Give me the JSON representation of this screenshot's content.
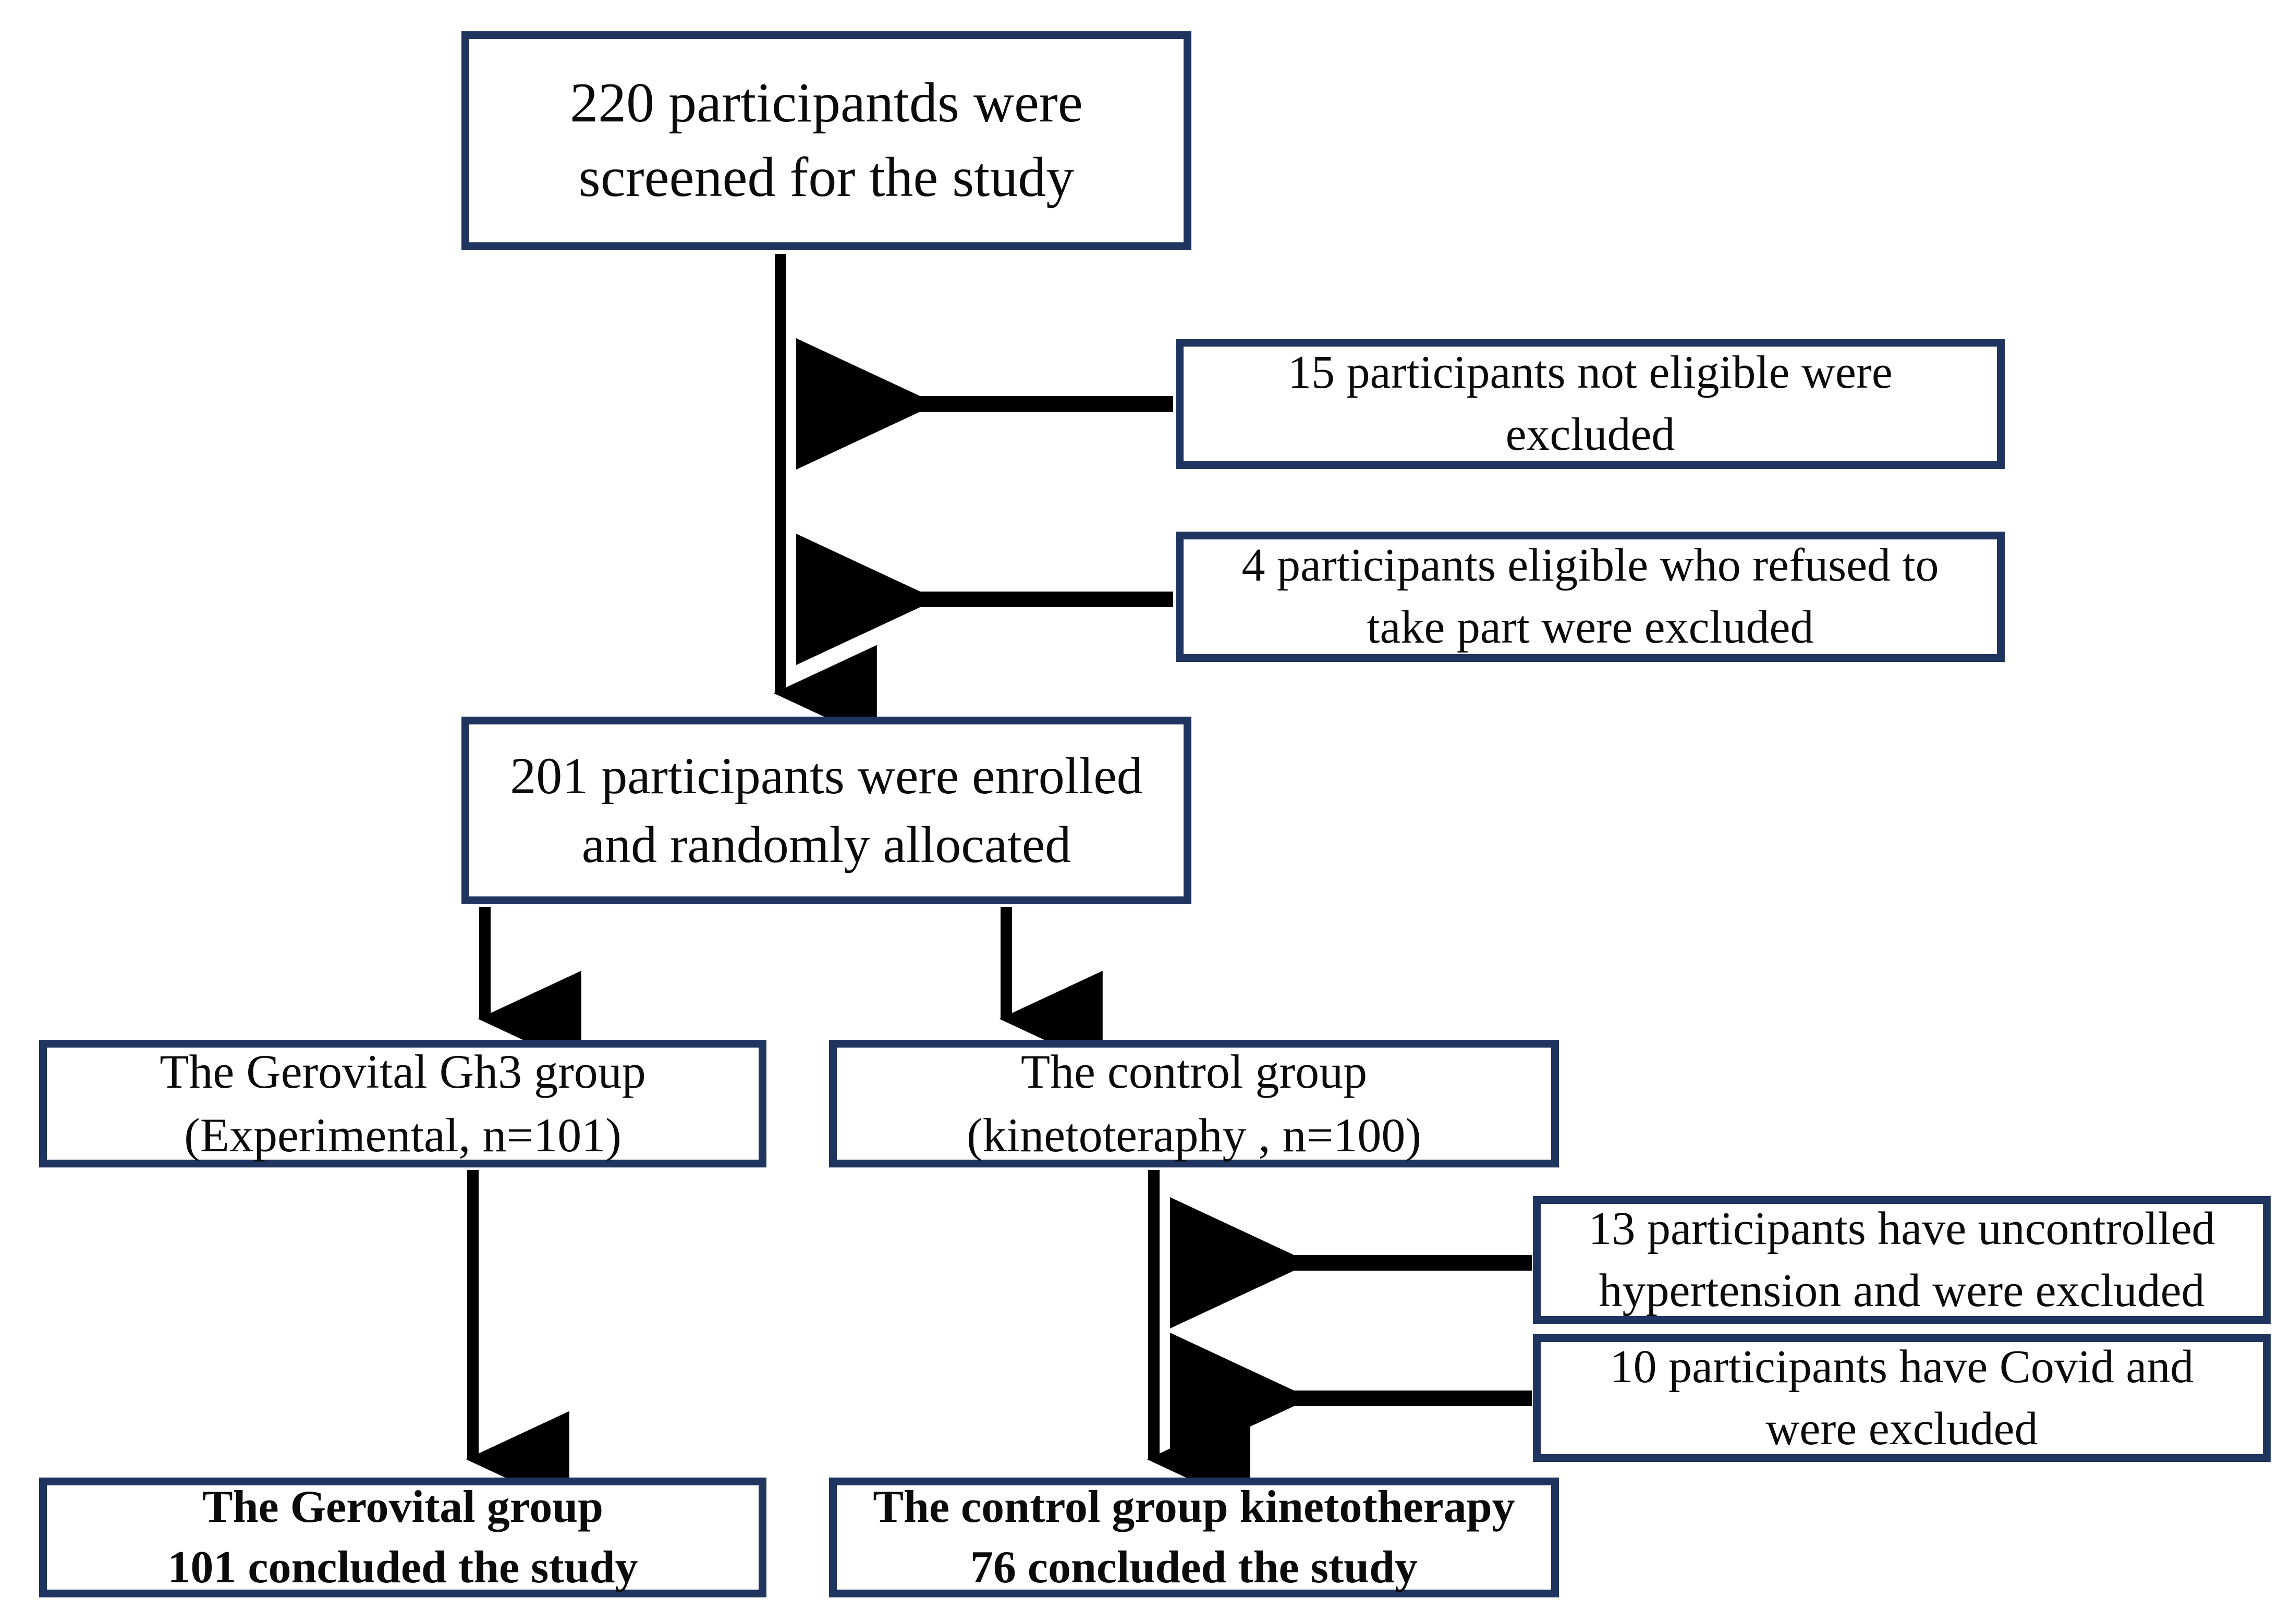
{
  "diagram": {
    "type": "flowchart",
    "title": "Participant flow diagram",
    "colors": {
      "box_border": "#1f3560",
      "box_fill": "#ffffff",
      "arrow": "#000000",
      "text": "#0b0b0b"
    },
    "nodes": {
      "screened": {
        "id": "screened",
        "text": "220 participantds were\nscreened for the study",
        "count": 220,
        "bold": false
      },
      "excluded_not_eligible": {
        "id": "excluded_not_eligible",
        "text": "15 participants not eligible were\nexcluded",
        "count": 15,
        "bold": false
      },
      "excluded_refused": {
        "id": "excluded_refused",
        "text": "4 participants eligible who refused to\ntake part were excluded",
        "count": 4,
        "bold": false
      },
      "enrolled": {
        "id": "enrolled",
        "text": "201 participants were enrolled\nand randomly allocated",
        "count": 201,
        "bold": false
      },
      "group_experimental": {
        "id": "group_experimental",
        "text": "The Gerovital Gh3 group\n(Experimental, n=101)",
        "count": 101,
        "bold": false
      },
      "group_control": {
        "id": "group_control",
        "text": "The control group\n(kinetoteraphy , n=100)",
        "count": 100,
        "bold": false
      },
      "excluded_hypertension": {
        "id": "excluded_hypertension",
        "text": "13 participants have uncontrolled\nhypertension and were excluded",
        "count": 13,
        "bold": false
      },
      "excluded_covid": {
        "id": "excluded_covid",
        "text": "10 participants have Covid and\nwere excluded",
        "count": 10,
        "bold": false
      },
      "final_experimental": {
        "id": "final_experimental",
        "text": "The Gerovital group\n101 concluded the study",
        "count": 101,
        "bold": true
      },
      "final_control": {
        "id": "final_control",
        "text": "The control group kinetotherapy\n76 concluded the study",
        "count": 76,
        "bold": true
      }
    },
    "edges": [
      {
        "from": "screened",
        "to": "enrolled",
        "direction": "down"
      },
      {
        "from": "excluded_not_eligible",
        "to": "screened-enrolled-trunk",
        "direction": "left"
      },
      {
        "from": "excluded_refused",
        "to": "screened-enrolled-trunk",
        "direction": "left"
      },
      {
        "from": "enrolled",
        "to": "group_experimental",
        "direction": "down"
      },
      {
        "from": "enrolled",
        "to": "group_control",
        "direction": "down"
      },
      {
        "from": "group_experimental",
        "to": "final_experimental",
        "direction": "down"
      },
      {
        "from": "group_control",
        "to": "final_control",
        "direction": "down"
      },
      {
        "from": "excluded_hypertension",
        "to": "control-trunk",
        "direction": "left"
      },
      {
        "from": "excluded_covid",
        "to": "control-trunk",
        "direction": "left"
      }
    ]
  }
}
